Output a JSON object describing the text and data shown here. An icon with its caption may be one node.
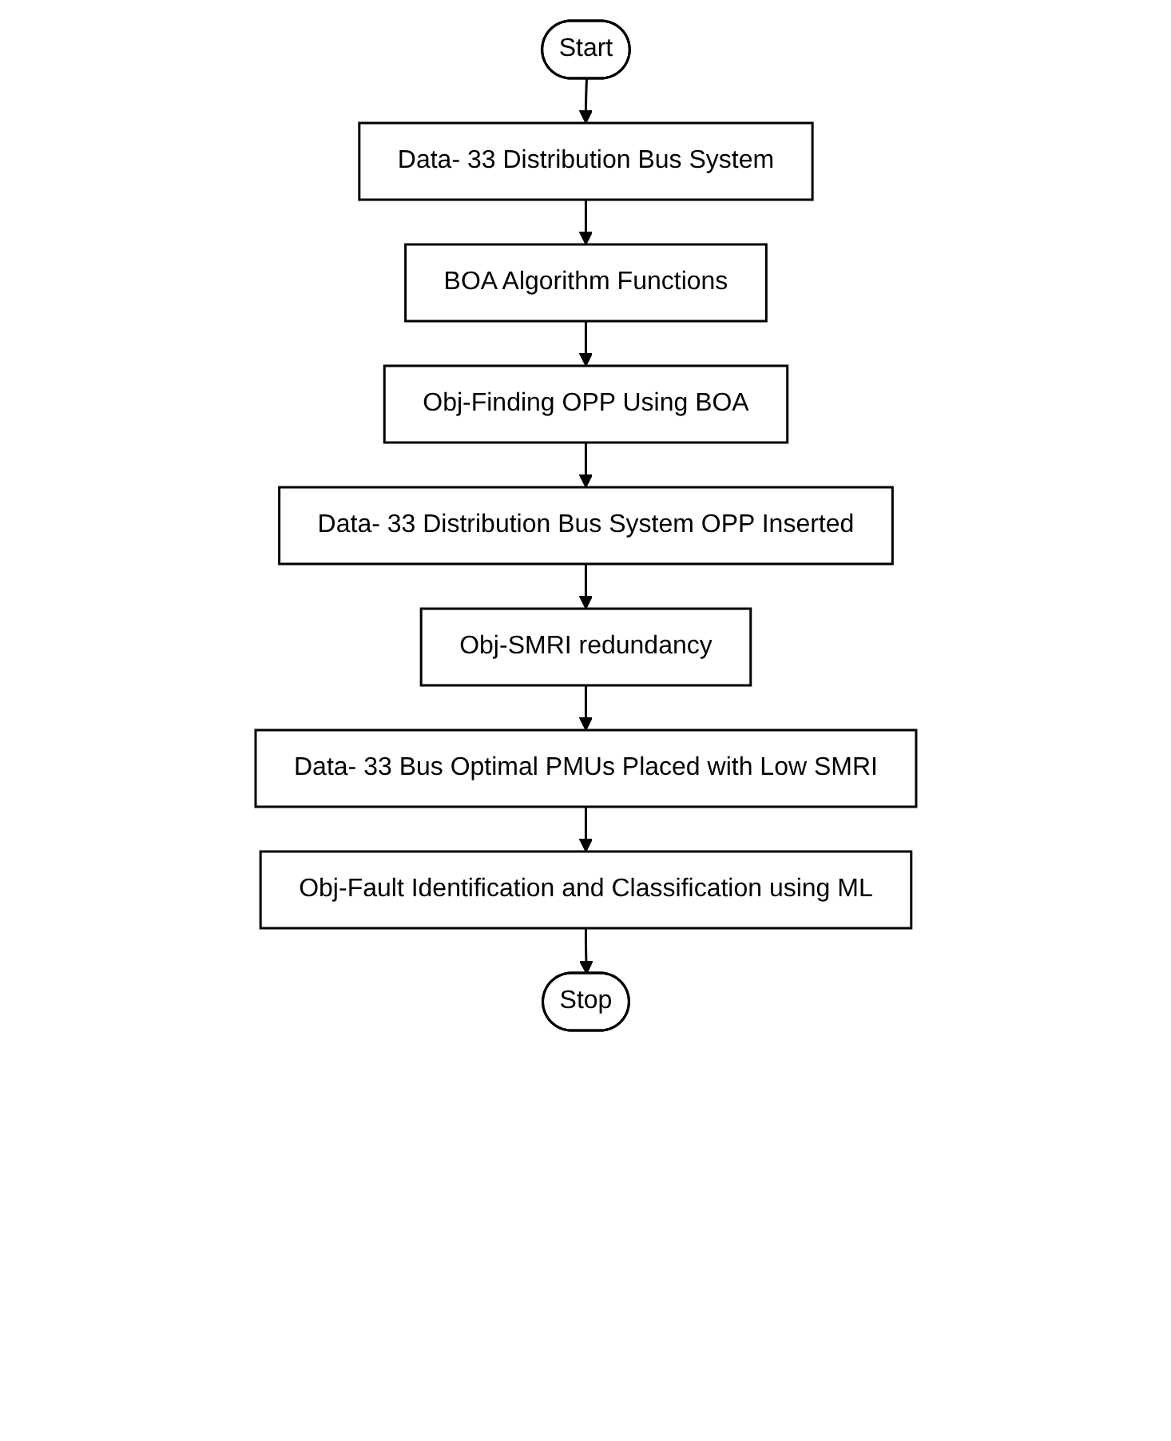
{
  "diagram": {
    "nodes": [
      {
        "text": [
          "Start"
        ]
      },
      {
        "text": [
          "Data- 33 Distribution Bus System"
        ]
      },
      {
        "text": [
          "BOA Algorithm Functions"
        ]
      },
      {
        "text": [
          "Obj-Finding OPP Using BOA"
        ]
      },
      {
        "text": [
          "Data- 33 Distribution Bus System OPP Inserted"
        ]
      },
      {
        "text": [
          "Obj-SMRI redundancy"
        ]
      },
      {
        "text": [
          "Data- 33 Bus Optimal PMUs Placed with Low SMRI"
        ]
      },
      {
        "text": [
          "Obj-Fault Identification and Classification using ML"
        ]
      },
      {
        "text": [
          "Stop"
        ]
      }
    ],
    "edges": [
      {
        "from": 0,
        "to": 1,
        "arrow": "to"
      },
      {
        "from": 1,
        "to": 2,
        "arrow": "to"
      },
      {
        "from": 2,
        "to": 3,
        "arrow": "to"
      },
      {
        "from": 3,
        "to": 4,
        "arrow": "to"
      },
      {
        "from": 4,
        "to": 5,
        "arrow": "to"
      },
      {
        "from": 5,
        "to": 6,
        "arrow": "to"
      },
      {
        "from": 6,
        "to": 7,
        "arrow": "to"
      },
      {
        "from": 7,
        "to": 8,
        "arrow": "to"
      }
    ]
  }
}
